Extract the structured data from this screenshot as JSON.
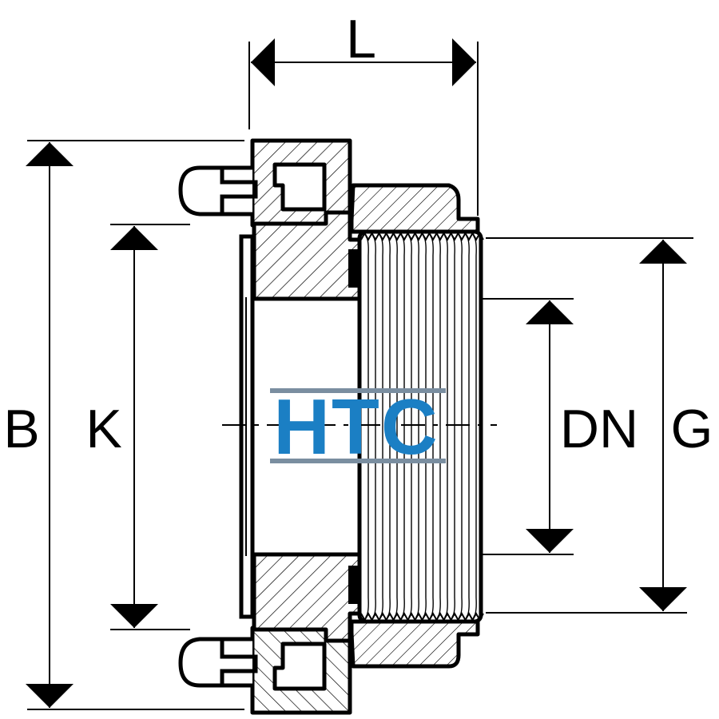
{
  "dimensions": {
    "length": "L",
    "outer_diameter": "B",
    "bolt_diameter": "K",
    "nominal_diameter": "DN",
    "thread_diameter": "G"
  },
  "logo": {
    "text": "HTC",
    "color": "#1b7fc4",
    "stripe_color": "#7a8ea0"
  },
  "colors": {
    "line": "#000000",
    "background": "#ffffff"
  }
}
